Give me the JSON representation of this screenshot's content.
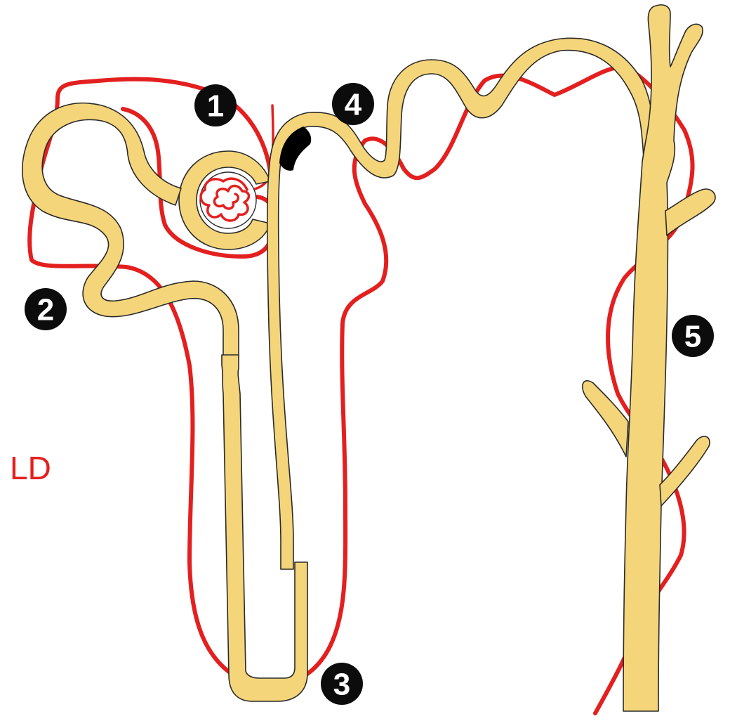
{
  "markers": [
    {
      "id": "1",
      "label": "1"
    },
    {
      "id": "2",
      "label": "2"
    },
    {
      "id": "3",
      "label": "3"
    },
    {
      "id": "4",
      "label": "4"
    },
    {
      "id": "5",
      "label": "5"
    }
  ],
  "corner_label": "LD",
  "colors": {
    "tubule_fill": "#f5d57a",
    "vessel": "#e3201f",
    "outline": "#2a2a2a",
    "marker": "#0c0c0c",
    "macula": "#000000"
  }
}
